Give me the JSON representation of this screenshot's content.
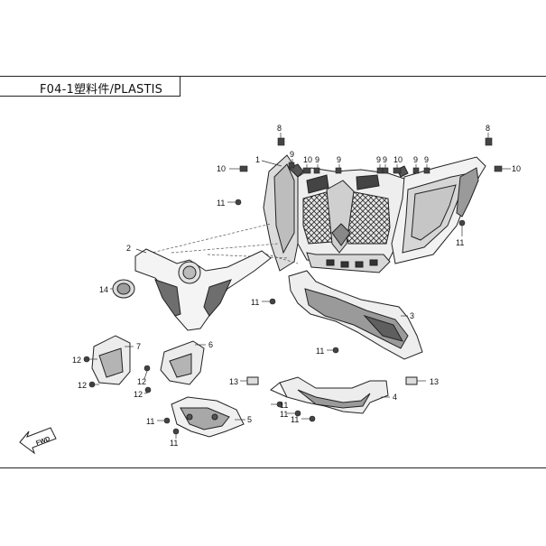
{
  "header": {
    "title": "F04-1塑料件/PLASTIS"
  },
  "fwd_label": "FWD",
  "callouts": [
    {
      "id": "c8a",
      "text": "8"
    },
    {
      "id": "c8b",
      "text": "8"
    },
    {
      "id": "c1",
      "text": "1"
    },
    {
      "id": "c9a",
      "text": "9"
    },
    {
      "id": "c9b",
      "text": "9"
    },
    {
      "id": "c9c",
      "text": "9"
    },
    {
      "id": "c9d",
      "text": "9"
    },
    {
      "id": "c9e",
      "text": "9"
    },
    {
      "id": "c9f",
      "text": "9"
    },
    {
      "id": "c9g",
      "text": "9"
    },
    {
      "id": "c10a",
      "text": "10"
    },
    {
      "id": "c10b",
      "text": "10"
    },
    {
      "id": "c10c",
      "text": "10"
    },
    {
      "id": "c10d",
      "text": "10"
    },
    {
      "id": "c11a",
      "text": "11"
    },
    {
      "id": "c11b",
      "text": "11"
    },
    {
      "id": "c11c",
      "text": "11"
    },
    {
      "id": "c11d",
      "text": "11"
    },
    {
      "id": "c11e",
      "text": "11"
    },
    {
      "id": "c11f",
      "text": "11"
    },
    {
      "id": "c11g",
      "text": "11"
    },
    {
      "id": "c11h",
      "text": "11"
    },
    {
      "id": "c11i",
      "text": "11"
    },
    {
      "id": "c2",
      "text": "2"
    },
    {
      "id": "c3",
      "text": "3"
    },
    {
      "id": "c4",
      "text": "4"
    },
    {
      "id": "c5",
      "text": "5"
    },
    {
      "id": "c6",
      "text": "6"
    },
    {
      "id": "c7",
      "text": "7"
    },
    {
      "id": "c12a",
      "text": "12"
    },
    {
      "id": "c12b",
      "text": "12"
    },
    {
      "id": "c12c",
      "text": "12"
    },
    {
      "id": "c12d",
      "text": "12"
    },
    {
      "id": "c13a",
      "text": "13"
    },
    {
      "id": "c13b",
      "text": "13"
    },
    {
      "id": "c14",
      "text": "14"
    }
  ]
}
